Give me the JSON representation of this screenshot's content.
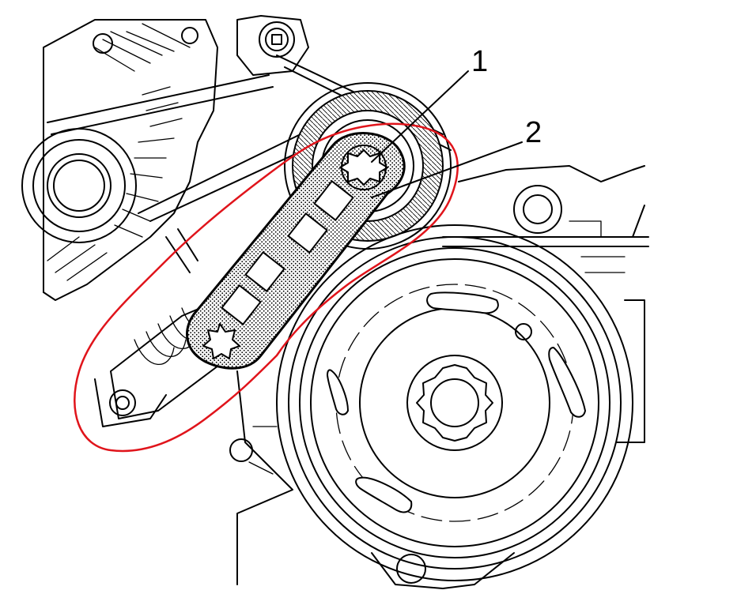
{
  "callouts": [
    {
      "id": "1",
      "label": "1"
    },
    {
      "id": "2",
      "label": "2"
    }
  ],
  "colors": {
    "line_art": "#000000",
    "highlight": "#e0141b",
    "background": "#ffffff",
    "tool_stipple": "#000000"
  }
}
